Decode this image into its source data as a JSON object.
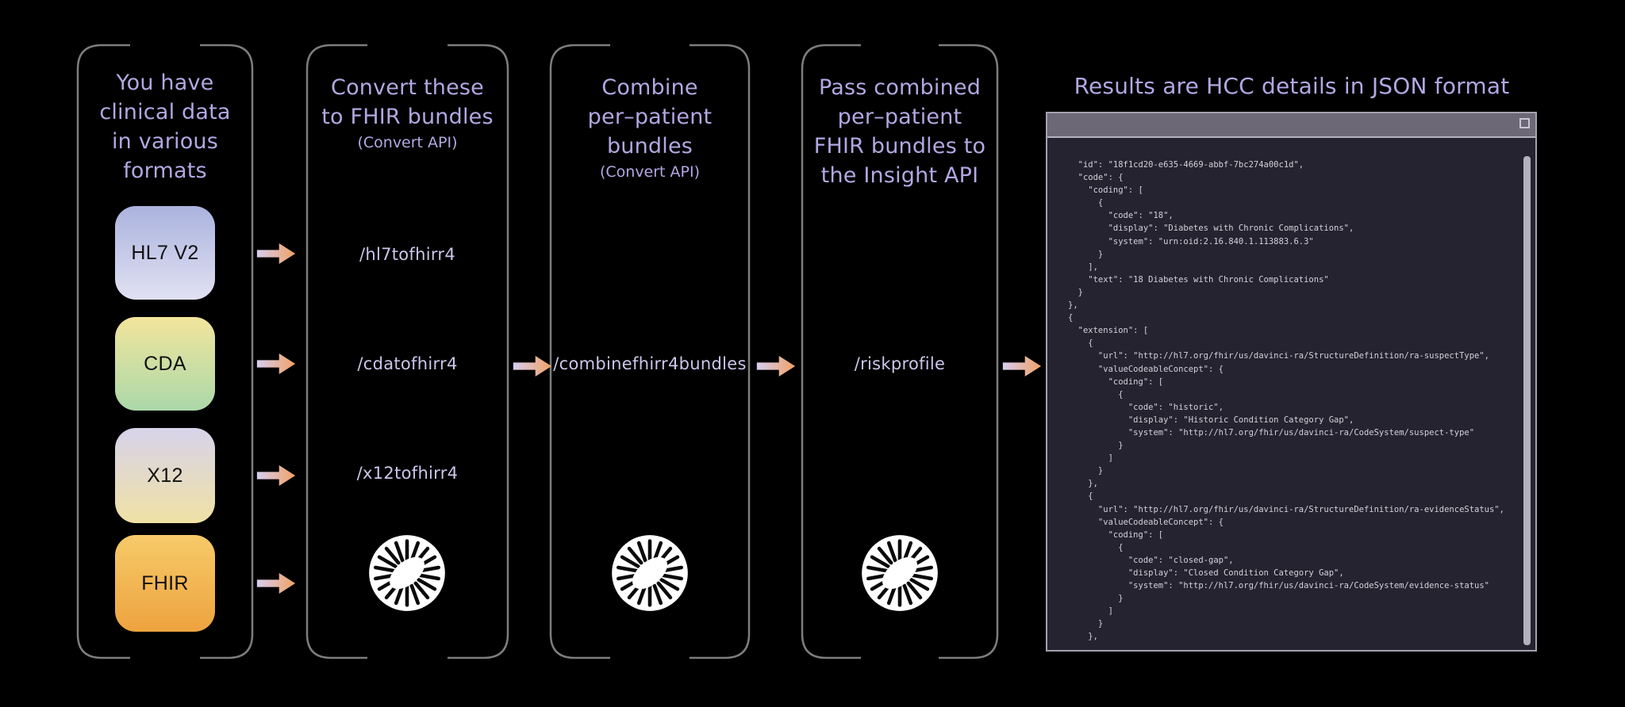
{
  "colors": {
    "background": "#000000",
    "accent_text": "#b3a7e2",
    "endpoint_text": "#ccc5ea",
    "bracket": "#7d7d7d",
    "arrow_gradient_start": "#d6cef1",
    "arrow_gradient_end": "#f0a164",
    "terminal_bar": "#6c6876",
    "terminal_bg": "#252330",
    "terminal_text": "#d3d1d9"
  },
  "columns": [
    {
      "title": "You have\nclinical data\nin various\nformats",
      "boxes": [
        {
          "label": "HL7 V2",
          "color_top": "#aab3de",
          "color_bottom": "#e1e1f2"
        },
        {
          "label": "CDA",
          "color_top": "#f2e59c",
          "color_bottom": "#abd8a9"
        },
        {
          "label": "X12",
          "color_top": "#d7d3eb",
          "color_bottom": "#f0e1a4"
        },
        {
          "label": "FHIR",
          "color_top": "#f7ca69",
          "color_bottom": "#eda33f"
        }
      ]
    },
    {
      "title": "Convert these\nto FHIR bundles",
      "subtitle": "(Convert API)",
      "endpoints": [
        "/hl7tofhirr4",
        "/cdatofhirr4",
        "/x12tofhirr4"
      ],
      "spinner": "spinner-icon"
    },
    {
      "title": "Combine\nper–patient\nbundles",
      "subtitle": "(Convert API)",
      "endpoints": [
        "/combinefhirr4bundles"
      ],
      "spinner": "spinner-icon"
    },
    {
      "title": "Pass combined\nper–patient\nFHIR bundles to\nthe Insight API",
      "endpoints": [
        "/riskprofile"
      ],
      "spinner": "spinner-icon"
    }
  ],
  "results": {
    "title": "Results are HCC details in JSON format",
    "window": {
      "control": "maximize",
      "lines": [
        "  \"id\": \"18f1cd20-e635-4669-abbf-7bc274a00c1d\",",
        "  \"code\": {",
        "    \"coding\": [",
        "      {",
        "        \"code\": \"18\",",
        "        \"display\": \"Diabetes with Chronic Complications\",",
        "        \"system\": \"urn:oid:2.16.840.1.113883.6.3\"",
        "      }",
        "    ],",
        "    \"text\": \"18 Diabetes with Chronic Complications\"",
        "  }",
        "},",
        "{",
        "  \"extension\": [",
        "    {",
        "      \"url\": \"http://hl7.org/fhir/us/davinci-ra/StructureDefinition/ra-suspectType\",",
        "      \"valueCodeableConcept\": {",
        "        \"coding\": [",
        "          {",
        "            \"code\": \"historic\",",
        "            \"display\": \"Historic Condition Category Gap\",",
        "            \"system\": \"http://hl7.org/fhir/us/davinci-ra/CodeSystem/suspect-type\"",
        "          }",
        "        ]",
        "      }",
        "    },",
        "    {",
        "      \"url\": \"http://hl7.org/fhir/us/davinci-ra/StructureDefinition/ra-evidenceStatus\",",
        "      \"valueCodeableConcept\": {",
        "        \"coding\": [",
        "          {",
        "            \"code\": \"closed-gap\",",
        "            \"display\": \"Closed Condition Category Gap\",",
        "            \"system\": \"http://hl7.org/fhir/us/davinci-ra/CodeSystem/evidence-status\"",
        "          }",
        "        ]",
        "      }",
        "    },"
      ]
    }
  }
}
